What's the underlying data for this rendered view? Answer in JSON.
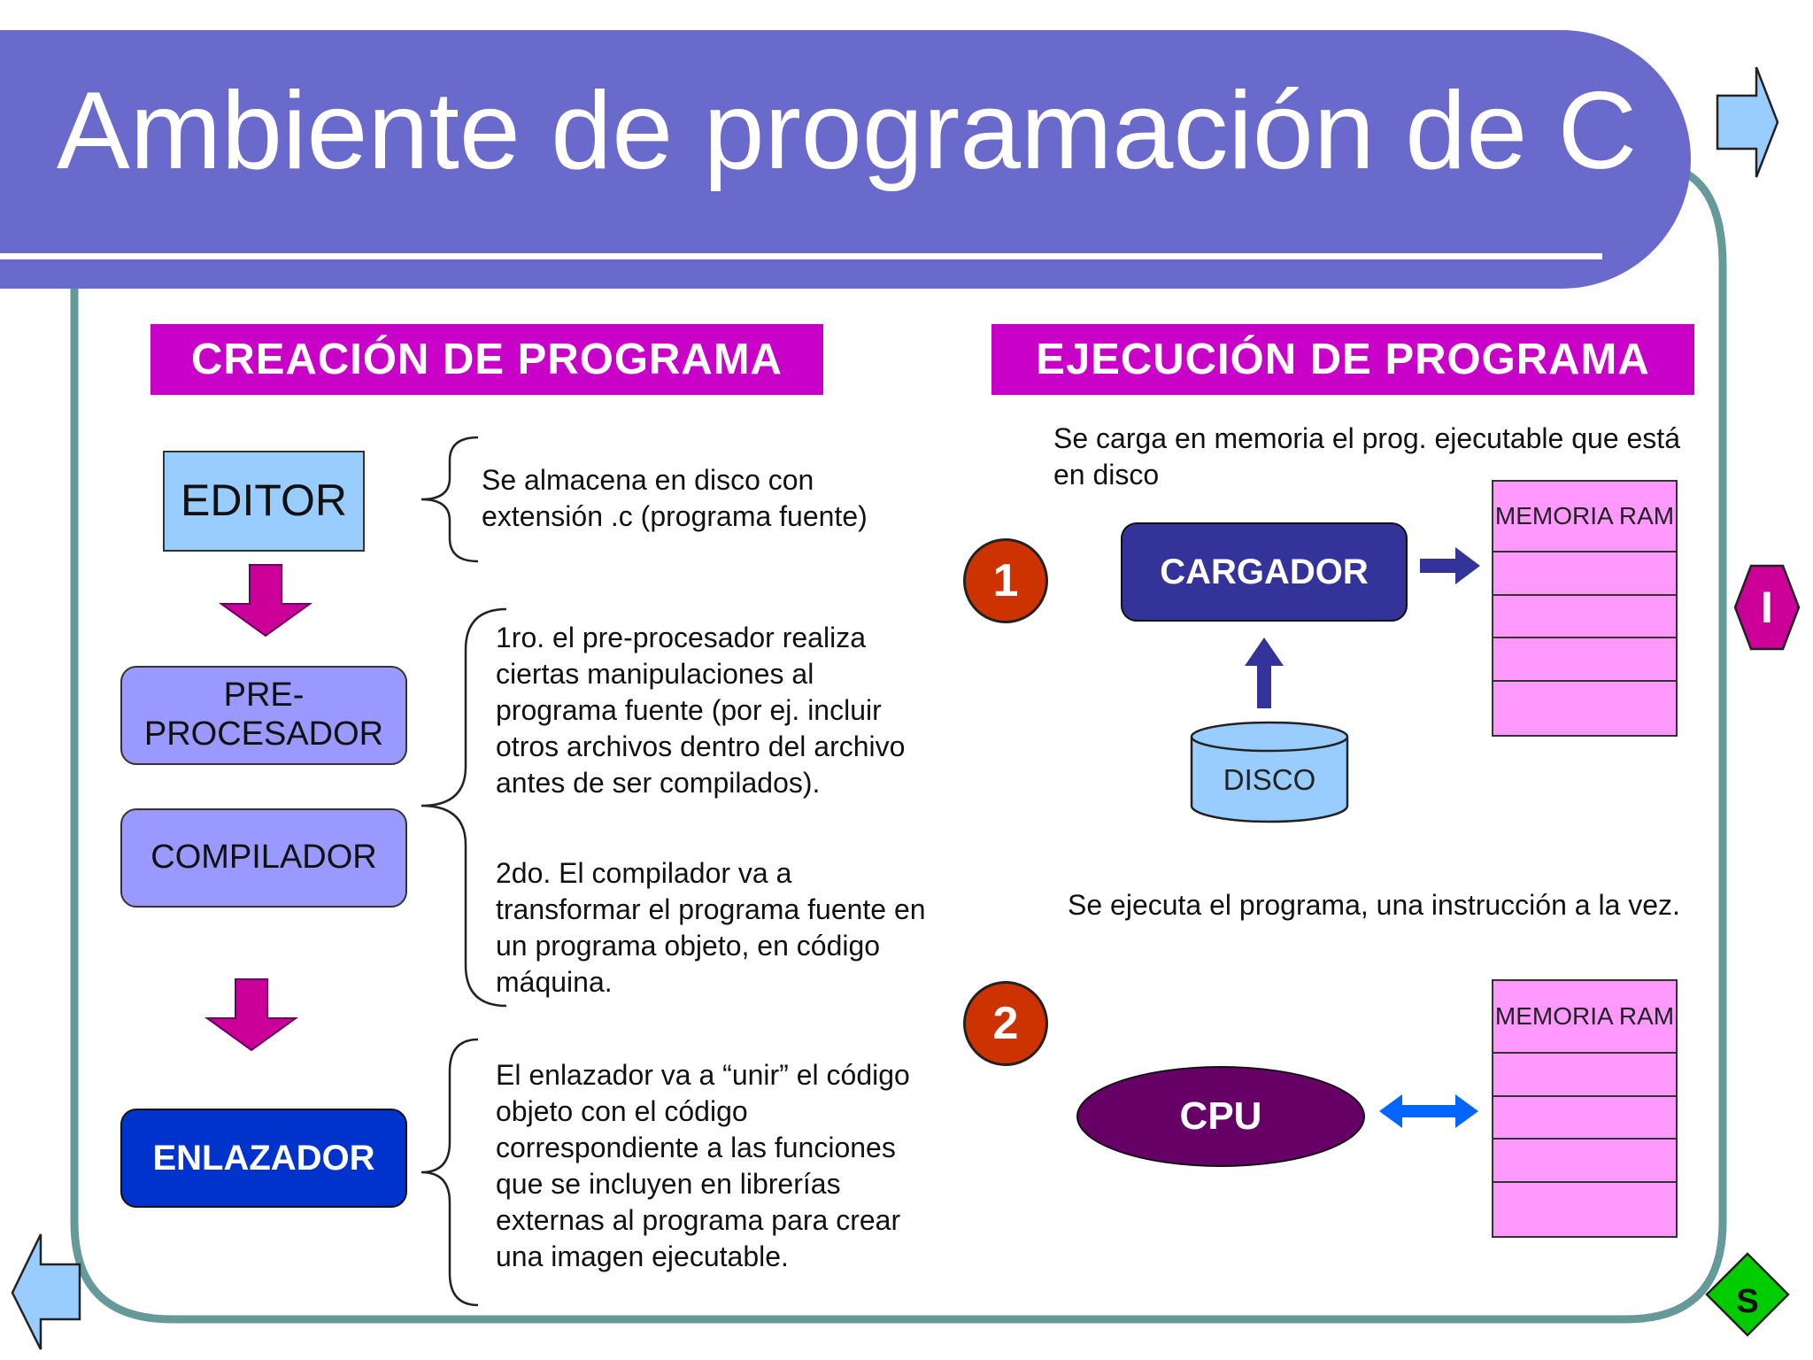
{
  "title": "Ambiente de programación de C",
  "creacion": {
    "header": "CREACIÓN DE PROGRAMA",
    "editor": "EDITOR",
    "editor_desc": "Se almacena en disco con extensión .c (programa fuente)",
    "preprocesador": "PRE-PROCESADOR",
    "compilador": "COMPILADOR",
    "compile_desc_1": "1ro. el pre-procesador realiza ciertas manipulaciones al programa fuente (por ej. incluir otros archivos dentro del archivo antes de ser compilados).",
    "compile_desc_2": "2do.  El compilador va a transformar el programa fuente en un programa objeto, en código máquina.",
    "enlazador": "ENLAZADOR",
    "enlazador_desc": "El enlazador va a “unir” el código objeto con el código correspondiente a las funciones que se incluyen en librerías externas al programa para crear una imagen ejecutable."
  },
  "ejecucion": {
    "header": "EJECUCIÓN DE PROGRAMA",
    "step1_num": "1",
    "step1_text": "Se carga en memoria el prog. ejecutable que está en disco",
    "cargador": "CARGADOR",
    "disco": "DISCO",
    "memoria_label": "MEMORIA RAM",
    "step2_num": "2",
    "step2_text": "Se ejecuta el programa, una instrucción a la vez.",
    "cpu": "CPU"
  },
  "nav": {
    "index_label": "I",
    "s_label": "S"
  },
  "colors": {
    "title_band": "#6a6acc",
    "section_header": "#c800c8",
    "editor_box": "#99ccff",
    "pre_box": "#9999ff",
    "enlazador_box": "#0033cc",
    "cargador_box": "#333399",
    "cpu_ellipse": "#660066",
    "memory": "#ff99ff",
    "arrow_magenta": "#cc0099",
    "arrow_navy": "#333399",
    "arrow_blue": "#0066ff",
    "step_circle": "#cc3300",
    "frame": "#669999"
  }
}
